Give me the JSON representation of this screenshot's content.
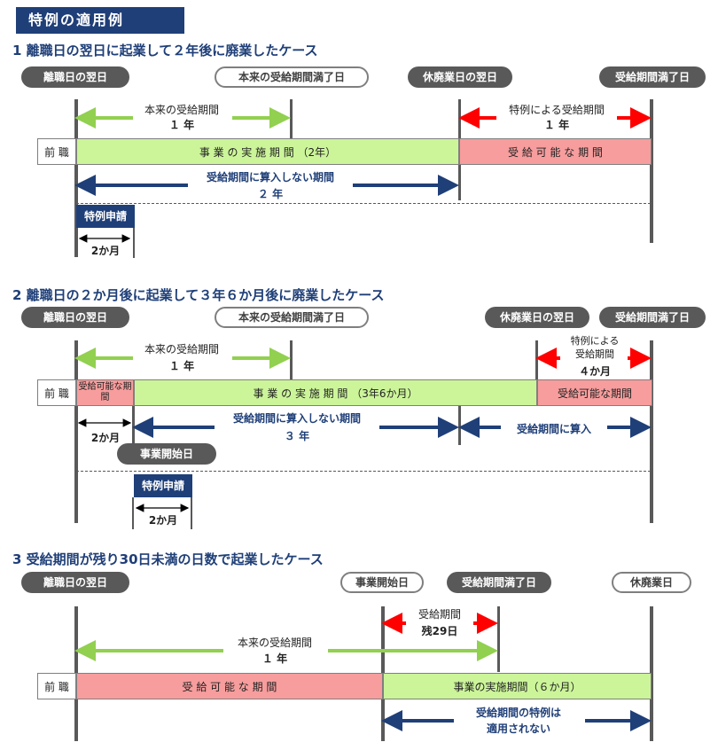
{
  "title": "特例の適用例",
  "colors": {
    "navy": "#1f3f78",
    "green_arrow": "#92d050",
    "red_arrow": "#ff0000",
    "green_fill": "#ccf59a",
    "pink_fill": "#f79d9d",
    "gray": "#595959"
  },
  "case1": {
    "heading": "1 離職日の翌日に起業して２年後に廃業したケース",
    "pill_a": "離職日の翌日",
    "pill_b": "本来の受給期間満了日",
    "pill_c": "休廃業日の翌日",
    "pill_d": "受給期間満了日",
    "orig_period": "本来の受給期間",
    "orig_len": "１ 年",
    "special_period": "特例による受給期間",
    "special_len": "１ 年",
    "prev_job": "前 職",
    "business": "事 業 の 実 施 期 間 （2年）",
    "receivable": "受 給 可 能 な 期 間",
    "not_counted": "受給期間に算入しない期間",
    "not_counted_len": "２ 年",
    "apply": "特例申請",
    "apply_len": "2か月"
  },
  "case2": {
    "heading": "2 離職日の２か月後に起業して３年６か月後に廃業したケース",
    "pill_a": "離職日の翌日",
    "pill_b": "本来の受給期間満了日",
    "pill_c": "休廃業日の翌日",
    "pill_d": "受給期間満了日",
    "orig_period": "本来の受給期間",
    "orig_len": "１ 年",
    "special_line1": "特例による",
    "special_line2": "受給期間",
    "special_len": "４か月",
    "prev_job": "前 職",
    "receivable_short": "受給可能な期 間",
    "business": "事 業 の 実 施 期 間 （3年6か月）",
    "receivable": "受給可能な期間",
    "gap_len": "2か月",
    "not_counted": "受給期間に算入しない期間",
    "not_counted_len": "３ 年",
    "counted": "受給期間に算入",
    "start_pill": "事業開始日",
    "apply": "特例申請",
    "apply_len": "2か月"
  },
  "case3": {
    "heading": "3 受給期間が残り30日未満の日数で起業したケース",
    "pill_a": "離職日の翌日",
    "pill_b": "事業開始日",
    "pill_c": "受給期間満了日",
    "pill_d": "休廃業日",
    "remain_label": "受給期間",
    "remain_len": "残29日",
    "orig_period": "本来の受給期間",
    "orig_len": "１ 年",
    "prev_job": "前 職",
    "receivable": "受 給 可 能 な 期 間",
    "business": "事業の実施期間（６か月）",
    "not_applied_1": "受給期間の特例は",
    "not_applied_2": "適用されない"
  }
}
